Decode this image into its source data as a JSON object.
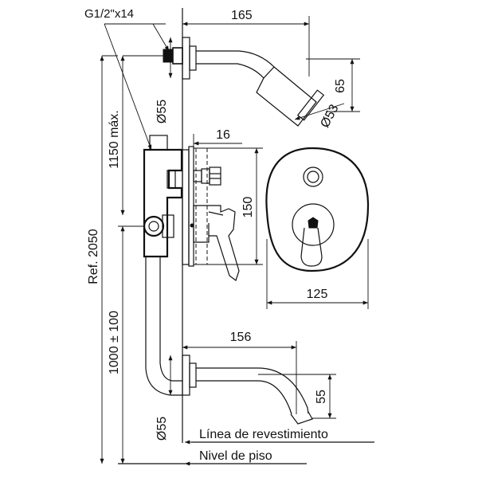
{
  "labels": {
    "thread": "G1/2\"x14",
    "dim_165": "165",
    "dim_65": "65",
    "dim_d53": "Ø53",
    "dim_d55_top": "Ø55",
    "dim_1150": "1150 máx.",
    "dim_16": "16",
    "dim_150": "150",
    "dim_125": "125",
    "ref_2050": "Ref. 2050",
    "dim_1000": "1000 ± 100",
    "dim_156": "156",
    "dim_55": "55",
    "dim_d55_bottom": "Ø55",
    "linea_revestimiento": "Línea de revestimiento",
    "nivel_piso": "Nivel de piso"
  }
}
